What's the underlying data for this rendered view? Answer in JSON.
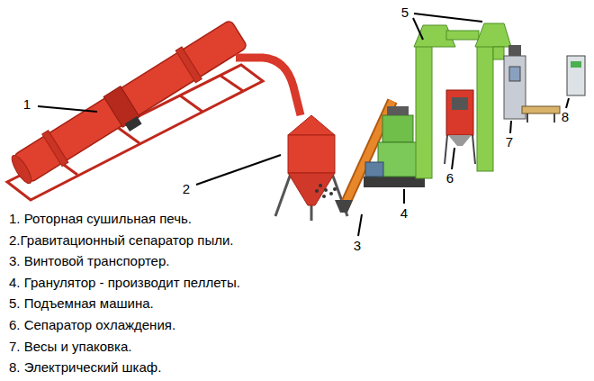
{
  "diagram": {
    "labels": [
      "1",
      "2",
      "3",
      "4",
      "5",
      "6",
      "7",
      "8",
      "1. Роторная сушильная печь.",
      "2.Гравитационный сепаратор пыли.",
      "3. Винтовой транспортер.",
      "4. Гранулятор - производит пеллеты.",
      "5. Подъемная машина.",
      "6. Сепаратор охлаждения.",
      "7. Весы и упаковка.",
      "8. Электрический шкаф."
    ]
  }
}
